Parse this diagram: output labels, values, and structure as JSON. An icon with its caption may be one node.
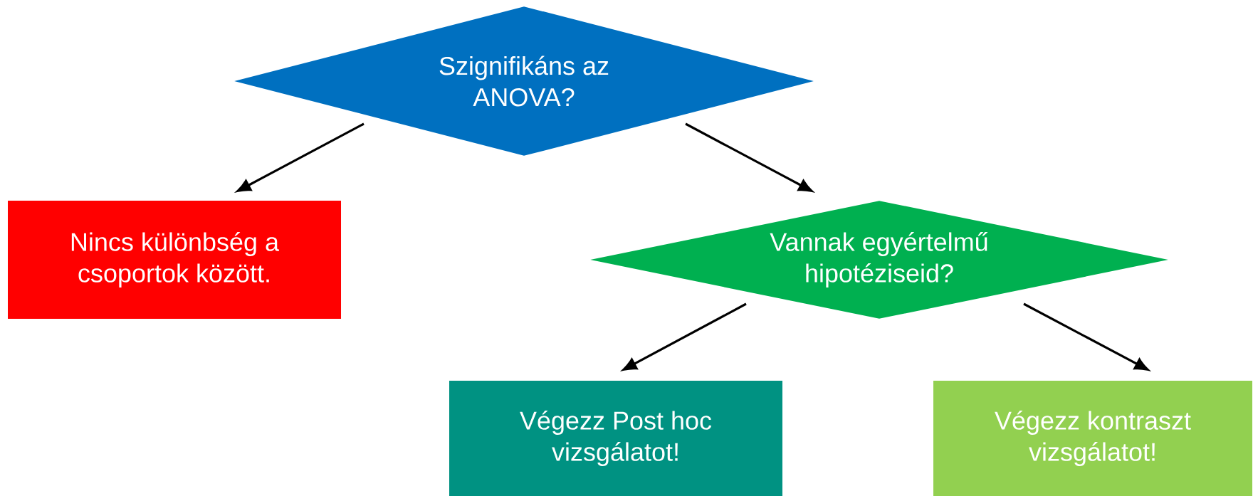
{
  "diagram": {
    "nodes": [
      {
        "text": [
          "Szignifikáns az ANOVA?"
        ]
      },
      {
        "text": [
          "Nincs különbség a csoportok között."
        ]
      },
      {
        "text": [
          "Vannak egyértelmű hipotéziseid?"
        ]
      },
      {
        "text": [
          "Végezz Post hoc vizsgálatot!"
        ]
      },
      {
        "text": [
          "Végezz kontraszt vizsgálatot!"
        ]
      }
    ],
    "edges": [
      {
        "from": 0,
        "to": 1,
        "arrow": "to"
      },
      {
        "from": 0,
        "to": 2,
        "arrow": "to"
      },
      {
        "from": 2,
        "to": 3,
        "arrow": "to"
      },
      {
        "from": 2,
        "to": 4,
        "arrow": "to"
      }
    ]
  }
}
